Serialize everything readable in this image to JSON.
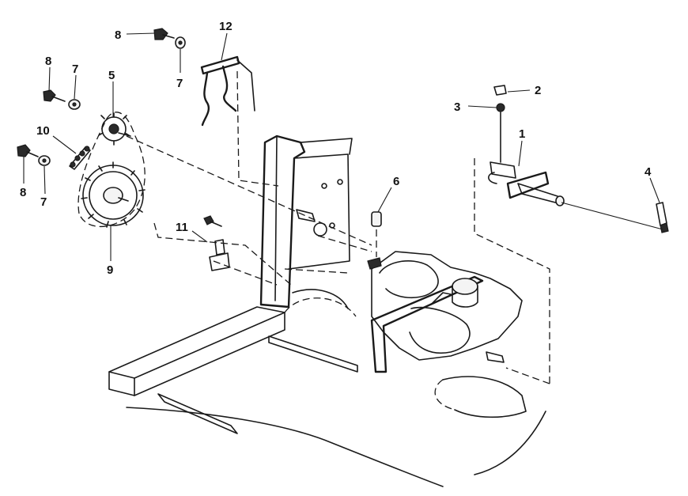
{
  "callouts": [
    {
      "id": "c1",
      "label": "1"
    },
    {
      "id": "c2",
      "label": "2"
    },
    {
      "id": "c3",
      "label": "3"
    },
    {
      "id": "c4",
      "label": "4"
    },
    {
      "id": "c5",
      "label": "5"
    },
    {
      "id": "c6",
      "label": "6"
    },
    {
      "id": "c7a",
      "label": "7"
    },
    {
      "id": "c7b",
      "label": "7"
    },
    {
      "id": "c7c",
      "label": "7"
    },
    {
      "id": "c8a",
      "label": "8"
    },
    {
      "id": "c8b",
      "label": "8"
    },
    {
      "id": "c8c",
      "label": "8"
    },
    {
      "id": "c9",
      "label": "9"
    },
    {
      "id": "c10",
      "label": "10"
    },
    {
      "id": "c11",
      "label": "11"
    },
    {
      "id": "c12",
      "label": "12"
    }
  ]
}
